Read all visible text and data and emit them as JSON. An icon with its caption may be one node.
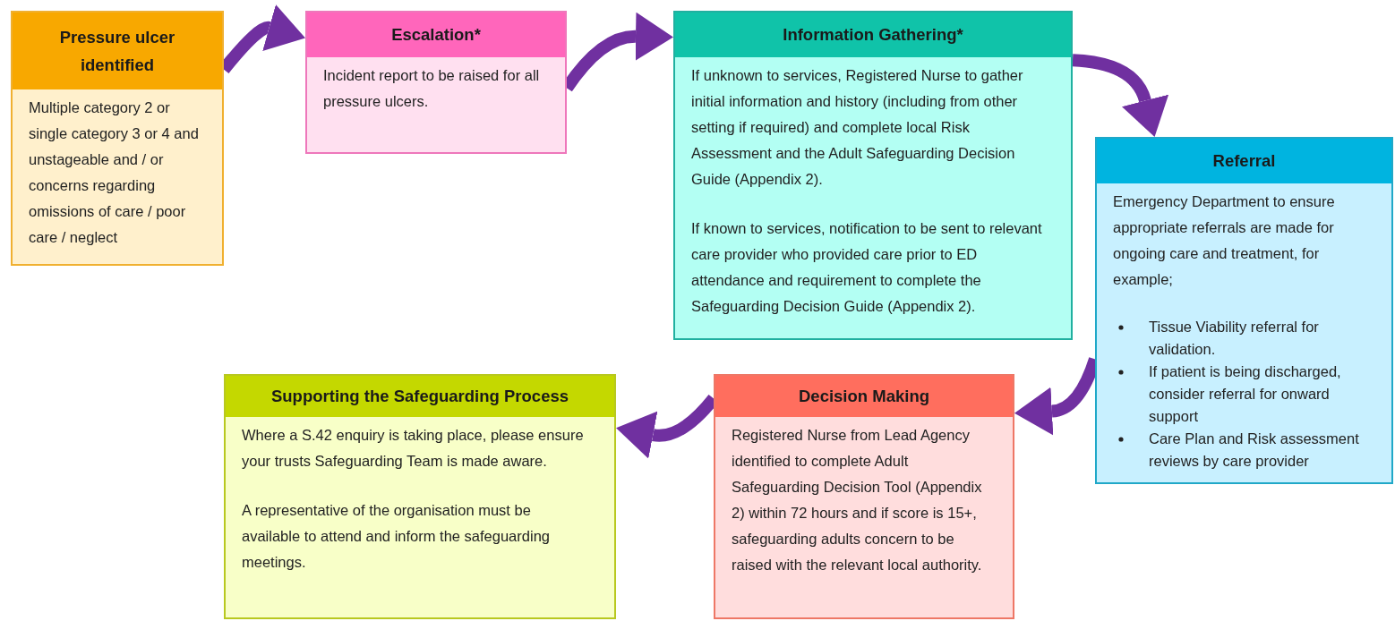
{
  "diagram": {
    "nodes": [
      {
        "text": [
          "Pressure ulcer identified",
          "Multiple category 2 or single category 3 or 4 and unstageable and / or concerns regarding omissions of care / poor care / neglect"
        ]
      },
      {
        "text": [
          "Escalation*",
          "Incident report to be raised for all pressure ulcers."
        ]
      },
      {
        "text": [
          "Information Gathering*",
          "If unknown to services, Registered Nurse to gather initial information and history (including from other setting if required) and complete local Risk Assessment and the Adult Safeguarding Decision Guide (Appendix 2).",
          "If known to services, notification to be sent to relevant care provider who provided care prior to ED attendance and requirement to complete the Safeguarding Decision Guide (Appendix 2)."
        ]
      },
      {
        "text": [
          "Referral",
          "Emergency Department to ensure appropriate referrals are made for ongoing care and treatment, for example;",
          "Tissue Viability referral for validation.",
          "If patient is being discharged, consider referral for onward support",
          "Care Plan and Risk assessment reviews by care provider"
        ]
      },
      {
        "text": [
          "Supporting the Safeguarding Process",
          "Where a S.42 enquiry is taking place, please ensure your trusts Safeguarding Team is made aware.",
          "A representative of the organisation must be available to attend and inform the safeguarding meetings."
        ]
      },
      {
        "text": [
          "Decision Making",
          "Registered Nurse from Lead Agency identified to complete Adult Safeguarding Decision Tool (Appendix 2) within 72 hours and if score is 15+, safeguarding adults concern to be raised with the relevant local authority."
        ]
      }
    ],
    "edges": [
      {
        "from": 0,
        "to": 1,
        "arrow": "to"
      },
      {
        "from": 1,
        "to": 2,
        "arrow": "to"
      },
      {
        "from": 2,
        "to": 3,
        "arrow": "to"
      },
      {
        "from": 3,
        "to": 5,
        "arrow": "to"
      },
      {
        "from": 5,
        "to": 4,
        "arrow": "to"
      }
    ]
  }
}
